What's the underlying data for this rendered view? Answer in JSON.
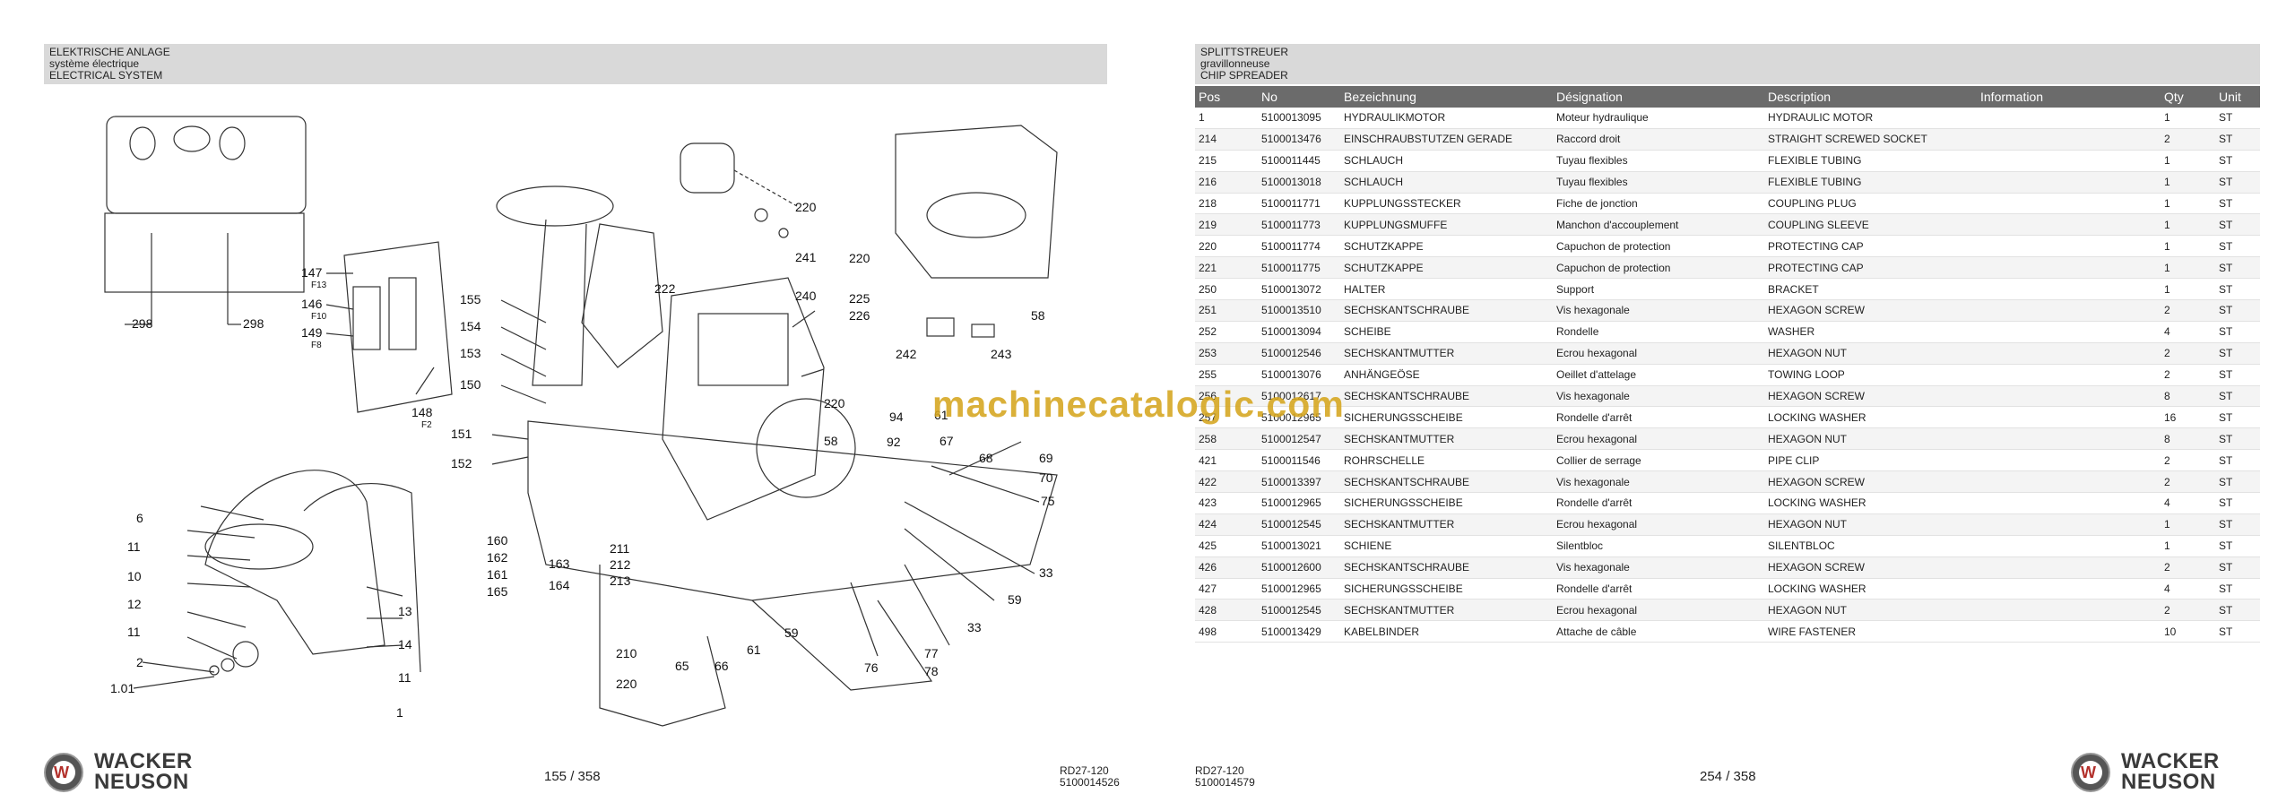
{
  "left_page": {
    "header": [
      "ELEKTRISCHE ANLAGE",
      "système électrique",
      "ELECTRICAL SYSTEM"
    ],
    "callouts": [
      "298",
      "298",
      "147",
      "F13",
      "146",
      "F10",
      "149",
      "F8",
      "148",
      "F2",
      "155",
      "154",
      "153",
      "150",
      "151",
      "152",
      "160",
      "162",
      "161",
      "165",
      "163",
      "164",
      "211",
      "212",
      "213",
      "210",
      "220",
      "65",
      "66",
      "61",
      "59",
      "76",
      "77",
      "78",
      "33",
      "33",
      "59",
      "75",
      "70",
      "69",
      "68",
      "67",
      "61",
      "94",
      "92",
      "58",
      "220",
      "220",
      "241",
      "222",
      "240",
      "220",
      "225",
      "226",
      "242",
      "243",
      "58",
      "6",
      "11",
      "10",
      "12",
      "11",
      "2",
      "1.01",
      "13",
      "14",
      "11",
      "1"
    ],
    "page_number": "155 / 358",
    "model": "RD27-120",
    "doc_number": "5100014526"
  },
  "right_page": {
    "header": [
      "SPLITTSTREUER",
      "gravillonneuse",
      "CHIP SPREADER"
    ],
    "columns": [
      "Pos",
      "No",
      "Bezeichnung",
      "Désignation",
      "Description",
      "Information",
      "Qty",
      "Unit"
    ],
    "rows": [
      [
        "1",
        "5100013095",
        "HYDRAULIKMOTOR",
        "Moteur hydraulique",
        "HYDRAULIC MOTOR",
        "",
        "1",
        "ST"
      ],
      [
        "214",
        "5100013476",
        "EINSCHRAUBSTUTZEN GERADE",
        "Raccord droit",
        "STRAIGHT SCREWED SOCKET",
        "",
        "2",
        "ST"
      ],
      [
        "215",
        "5100011445",
        "SCHLAUCH",
        "Tuyau flexibles",
        "FLEXIBLE TUBING",
        "",
        "1",
        "ST"
      ],
      [
        "216",
        "5100013018",
        "SCHLAUCH",
        "Tuyau flexibles",
        "FLEXIBLE TUBING",
        "",
        "1",
        "ST"
      ],
      [
        "218",
        "5100011771",
        "KUPPLUNGSSTECKER",
        "Fiche de jonction",
        "COUPLING PLUG",
        "",
        "1",
        "ST"
      ],
      [
        "219",
        "5100011773",
        "KUPPLUNGSMUFFE",
        "Manchon d'accouplement",
        "COUPLING SLEEVE",
        "",
        "1",
        "ST"
      ],
      [
        "220",
        "5100011774",
        "SCHUTZKAPPE",
        "Capuchon de protection",
        "PROTECTING CAP",
        "",
        "1",
        "ST"
      ],
      [
        "221",
        "5100011775",
        "SCHUTZKAPPE",
        "Capuchon de protection",
        "PROTECTING CAP",
        "",
        "1",
        "ST"
      ],
      [
        "250",
        "5100013072",
        "HALTER",
        "Support",
        "BRACKET",
        "",
        "1",
        "ST"
      ],
      [
        "251",
        "5100013510",
        "SECHSKANTSCHRAUBE",
        "Vis hexagonale",
        "HEXAGON SCREW",
        "",
        "2",
        "ST"
      ],
      [
        "252",
        "5100013094",
        "SCHEIBE",
        "Rondelle",
        "WASHER",
        "",
        "4",
        "ST"
      ],
      [
        "253",
        "5100012546",
        "SECHSKANTMUTTER",
        "Ecrou hexagonal",
        "HEXAGON NUT",
        "",
        "2",
        "ST"
      ],
      [
        "255",
        "5100013076",
        "ANHÄNGEÖSE",
        "Oeillet d'attelage",
        "TOWING LOOP",
        "",
        "2",
        "ST"
      ],
      [
        "256",
        "5100012617",
        "SECHSKANTSCHRAUBE",
        "Vis hexagonale",
        "HEXAGON SCREW",
        "",
        "8",
        "ST"
      ],
      [
        "257",
        "5100012965",
        "SICHERUNGSSCHEIBE",
        "Rondelle d'arrêt",
        "LOCKING WASHER",
        "",
        "16",
        "ST"
      ],
      [
        "258",
        "5100012547",
        "SECHSKANTMUTTER",
        "Ecrou hexagonal",
        "HEXAGON NUT",
        "",
        "8",
        "ST"
      ],
      [
        "421",
        "5100011546",
        "ROHRSCHELLE",
        "Collier de serrage",
        "PIPE CLIP",
        "",
        "2",
        "ST"
      ],
      [
        "422",
        "5100013397",
        "SECHSKANTSCHRAUBE",
        "Vis hexagonale",
        "HEXAGON SCREW",
        "",
        "2",
        "ST"
      ],
      [
        "423",
        "5100012965",
        "SICHERUNGSSCHEIBE",
        "Rondelle d'arrêt",
        "LOCKING WASHER",
        "",
        "4",
        "ST"
      ],
      [
        "424",
        "5100012545",
        "SECHSKANTMUTTER",
        "Ecrou hexagonal",
        "HEXAGON NUT",
        "",
        "1",
        "ST"
      ],
      [
        "425",
        "5100013021",
        "SCHIENE",
        "Silentbloc",
        "SILENTBLOC",
        "",
        "1",
        "ST"
      ],
      [
        "426",
        "5100012600",
        "SECHSKANTSCHRAUBE",
        "Vis hexagonale",
        "HEXAGON SCREW",
        "",
        "2",
        "ST"
      ],
      [
        "427",
        "5100012965",
        "SICHERUNGSSCHEIBE",
        "Rondelle d'arrêt",
        "LOCKING WASHER",
        "",
        "4",
        "ST"
      ],
      [
        "428",
        "5100012545",
        "SECHSKANTMUTTER",
        "Ecrou hexagonal",
        "HEXAGON NUT",
        "",
        "2",
        "ST"
      ],
      [
        "498",
        "5100013429",
        "KABELBINDER",
        "Attache de câble",
        "WIRE FASTENER",
        "",
        "10",
        "ST"
      ]
    ],
    "page_number": "254 / 358",
    "model": "RD27-120",
    "doc_number": "5100014579"
  },
  "brand": [
    "WACKER",
    "NEUSON"
  ],
  "watermark": "machinecatalogic.com",
  "colors": {
    "header_bg": "#d9d9d9",
    "table_header_bg": "#6b6b6b",
    "logo_red": "#b2302b",
    "watermark": "#d6a61e"
  }
}
